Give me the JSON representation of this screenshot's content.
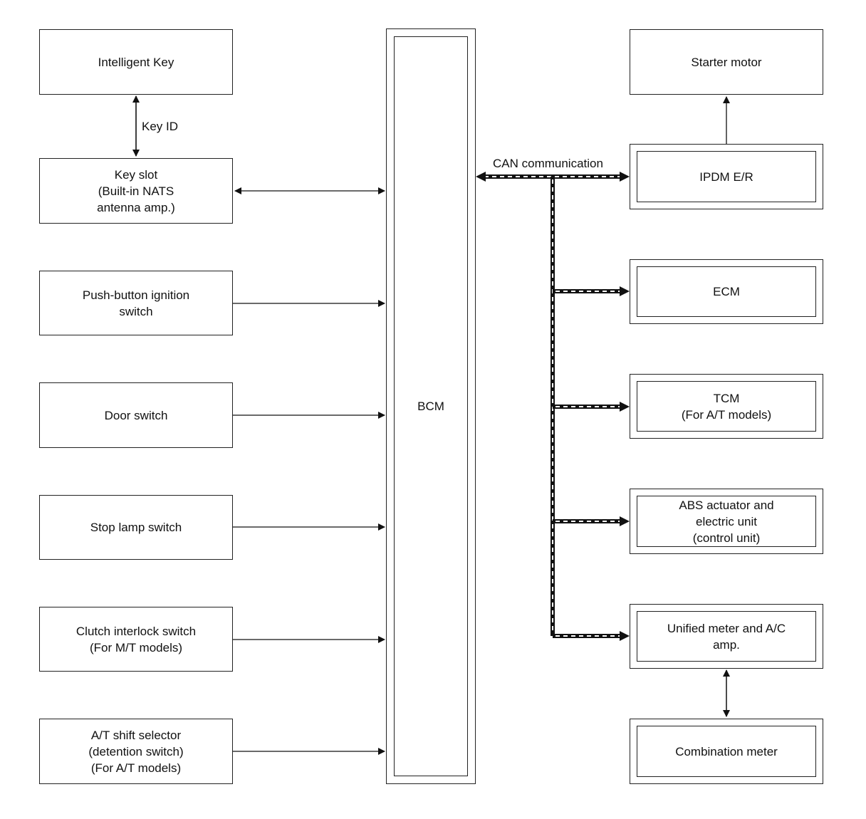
{
  "left_inputs": [
    {
      "label": "Intelligent Key"
    },
    {
      "label": "Key slot\n(Built-in NATS\nantenna amp.)"
    },
    {
      "label": "Push-button ignition\nswitch"
    },
    {
      "label": "Door switch"
    },
    {
      "label": "Stop lamp switch"
    },
    {
      "label": "Clutch interlock switch\n(For M/T models)"
    },
    {
      "label": "A/T shift selector\n(detention switch)\n(For A/T models)"
    }
  ],
  "key_id_label": "Key ID",
  "bcm_label": "BCM",
  "can_label": "CAN communication",
  "starter_label": "Starter motor",
  "can_units": [
    {
      "label": "IPDM E/R"
    },
    {
      "label": "ECM"
    },
    {
      "label": "TCM\n(For A/T models)"
    },
    {
      "label": "ABS actuator and\nelectric unit\n(control unit)"
    },
    {
      "label": "Unified meter and A/C\namp."
    }
  ],
  "combination_meter_label": "Combination meter"
}
